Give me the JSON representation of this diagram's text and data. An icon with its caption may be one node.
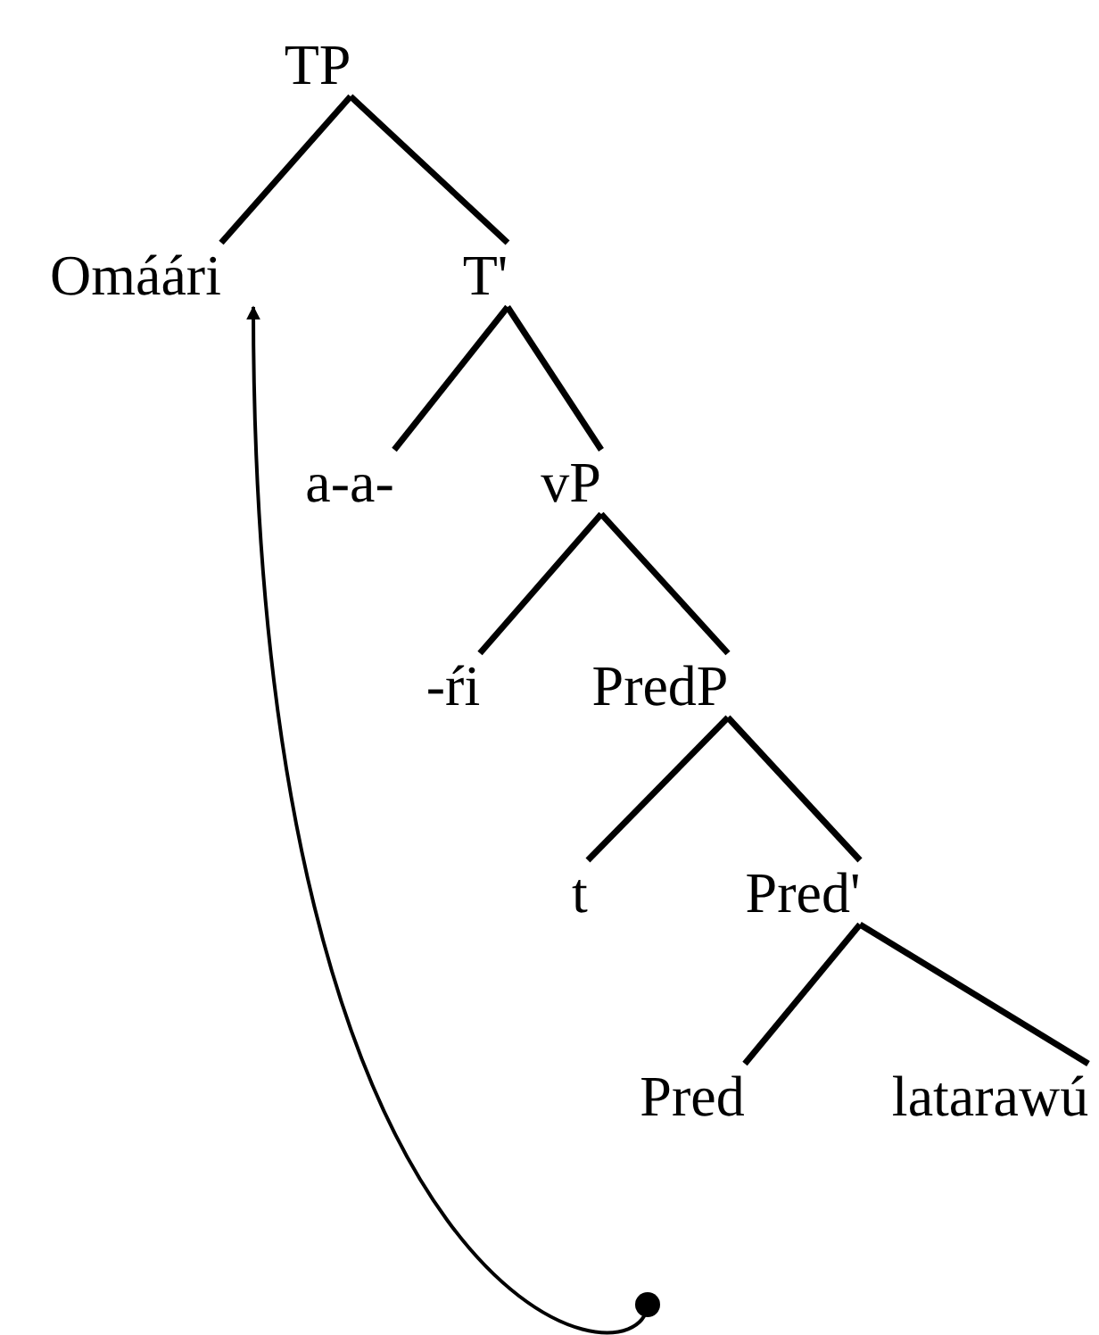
{
  "diagram": {
    "nodes": [
      {
        "text": [
          "TP"
        ]
      },
      {
        "text": [
          "Omáári"
        ]
      },
      {
        "text": [
          "T'"
        ]
      },
      {
        "text": [
          "a-a-"
        ]
      },
      {
        "text": [
          "vP"
        ]
      },
      {
        "text": [
          "-ŕi"
        ]
      },
      {
        "text": [
          "PredP"
        ]
      },
      {
        "text": [
          "t"
        ]
      },
      {
        "text": [
          "Pred'"
        ]
      },
      {
        "text": [
          "Pred"
        ]
      },
      {
        "text": [
          "latarawú"
        ]
      }
    ],
    "edges": [
      {
        "from": 0,
        "to": 1,
        "arrow": "none"
      },
      {
        "from": 0,
        "to": 2,
        "arrow": "none"
      },
      {
        "from": 2,
        "to": 3,
        "arrow": "none"
      },
      {
        "from": 2,
        "to": 4,
        "arrow": "none"
      },
      {
        "from": 4,
        "to": 5,
        "arrow": "none"
      },
      {
        "from": 4,
        "to": 6,
        "arrow": "none"
      },
      {
        "from": 6,
        "to": 7,
        "arrow": "none"
      },
      {
        "from": 6,
        "to": 8,
        "arrow": "none"
      },
      {
        "from": 8,
        "to": 9,
        "arrow": "none"
      },
      {
        "from": 8,
        "to": 10,
        "arrow": "none"
      },
      {
        "from": null,
        "to": 1,
        "arrow": "to"
      }
    ]
  }
}
